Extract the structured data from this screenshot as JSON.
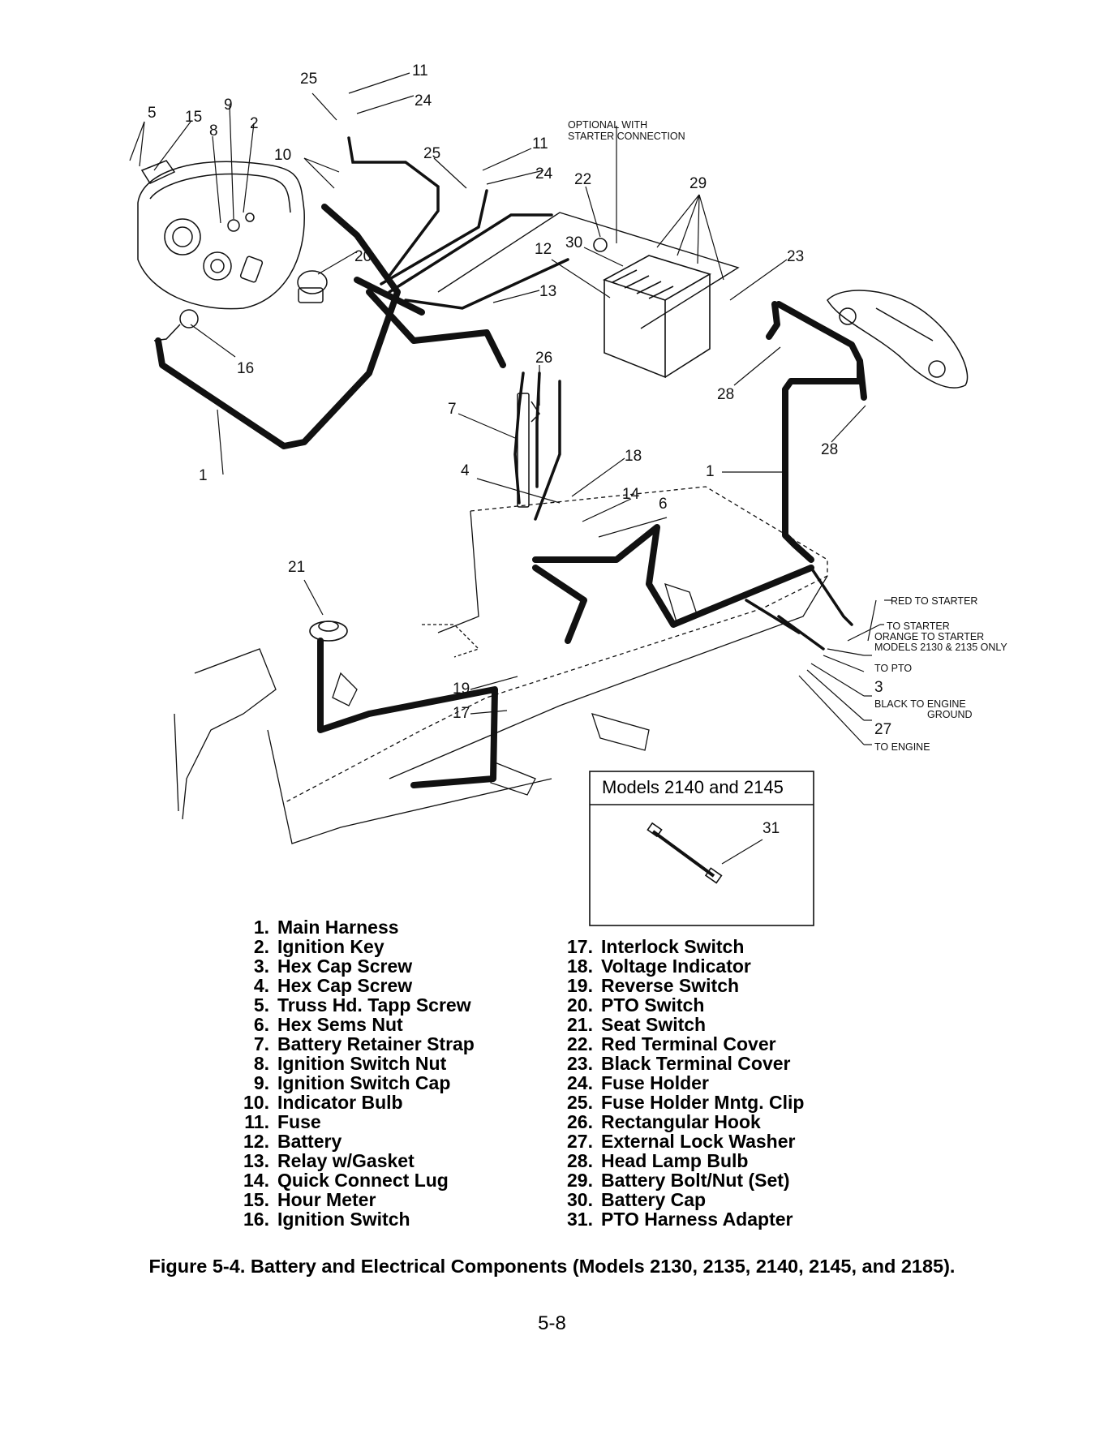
{
  "figure": {
    "caption": "Figure 5-4. Battery and Electrical Components (Models 2130, 2135, 2140, 2145, and 2185).",
    "page_number": "5-8"
  },
  "callouts": [
    {
      "id": "c-25a",
      "label": "25"
    },
    {
      "id": "c-11a",
      "label": "11"
    },
    {
      "id": "c-24a",
      "label": "24"
    },
    {
      "id": "c-5",
      "label": "5"
    },
    {
      "id": "c-15",
      "label": "15"
    },
    {
      "id": "c-9",
      "label": "9"
    },
    {
      "id": "c-8",
      "label": "8"
    },
    {
      "id": "c-2",
      "label": "2"
    },
    {
      "id": "c-10",
      "label": "10"
    },
    {
      "id": "c-25b",
      "label": "25"
    },
    {
      "id": "c-11b",
      "label": "11"
    },
    {
      "id": "c-24b",
      "label": "24"
    },
    {
      "id": "c-22",
      "label": "22"
    },
    {
      "id": "c-29",
      "label": "29"
    },
    {
      "id": "c-30",
      "label": "30"
    },
    {
      "id": "c-12",
      "label": "12"
    },
    {
      "id": "c-23",
      "label": "23"
    },
    {
      "id": "c-20",
      "label": "20"
    },
    {
      "id": "c-13",
      "label": "13"
    },
    {
      "id": "c-16",
      "label": "16"
    },
    {
      "id": "c-26",
      "label": "26"
    },
    {
      "id": "c-28a",
      "label": "28"
    },
    {
      "id": "c-28b",
      "label": "28"
    },
    {
      "id": "c-7",
      "label": "7"
    },
    {
      "id": "c-1a",
      "label": "1"
    },
    {
      "id": "c-18",
      "label": "18"
    },
    {
      "id": "c-4",
      "label": "4"
    },
    {
      "id": "c-14",
      "label": "14"
    },
    {
      "id": "c-6",
      "label": "6"
    },
    {
      "id": "c-1b",
      "label": "1"
    },
    {
      "id": "c-21",
      "label": "21"
    },
    {
      "id": "c-3",
      "label": "3"
    },
    {
      "id": "c-27",
      "label": "27"
    },
    {
      "id": "c-19",
      "label": "19"
    },
    {
      "id": "c-17",
      "label": "17"
    },
    {
      "id": "c-31",
      "label": "31"
    }
  ],
  "notes": {
    "optional_line1": "OPTIONAL WITH",
    "optional_line2": "STARTER CONNECTION",
    "red_to_starter": "RED TO STARTER",
    "to_starter": "TO STARTER",
    "orange_to_starter": "ORANGE TO STARTER",
    "models_only": "MODELS 2130 & 2135 ONLY",
    "to_pto": "TO PTO",
    "black_to_engine": "BLACK TO ENGINE",
    "ground": "GROUND",
    "to_engine": "TO ENGINE"
  },
  "inset": {
    "title": "Models  2140 and  2145"
  },
  "legend_left": [
    {
      "num": "1.",
      "name": "Main Harness"
    },
    {
      "num": "2.",
      "name": "Ignition Key"
    },
    {
      "num": "3.",
      "name": "Hex Cap Screw"
    },
    {
      "num": "4.",
      "name": "Hex Cap Screw"
    },
    {
      "num": "5.",
      "name": "Truss Hd. Tapp Screw"
    },
    {
      "num": "6.",
      "name": "Hex Sems Nut"
    },
    {
      "num": "7.",
      "name": "Battery Retainer Strap"
    },
    {
      "num": "8.",
      "name": "Ignition Switch Nut"
    },
    {
      "num": "9.",
      "name": "Ignition Switch Cap"
    },
    {
      "num": "10.",
      "name": "Indicator Bulb"
    },
    {
      "num": "11.",
      "name": "Fuse"
    },
    {
      "num": "12.",
      "name": "Battery"
    },
    {
      "num": "13.",
      "name": "Relay w/Gasket"
    },
    {
      "num": "14.",
      "name": "Quick Connect Lug"
    },
    {
      "num": "15.",
      "name": "Hour Meter"
    },
    {
      "num": "16.",
      "name": "Ignition Switch"
    }
  ],
  "legend_right": [
    {
      "num": "17.",
      "name": "Interlock Switch"
    },
    {
      "num": "18.",
      "name": "Voltage Indicator"
    },
    {
      "num": "19.",
      "name": "Reverse Switch"
    },
    {
      "num": "20.",
      "name": "PTO Switch"
    },
    {
      "num": "21.",
      "name": "Seat Switch"
    },
    {
      "num": "22.",
      "name": "Red Terminal Cover"
    },
    {
      "num": "23.",
      "name": "Black Terminal Cover"
    },
    {
      "num": "24.",
      "name": "Fuse Holder"
    },
    {
      "num": "25.",
      "name": "Fuse Holder Mntg. Clip"
    },
    {
      "num": "26.",
      "name": "Rectangular Hook"
    },
    {
      "num": "27.",
      "name": "External Lock Washer"
    },
    {
      "num": "28.",
      "name": "Head Lamp Bulb"
    },
    {
      "num": "29.",
      "name": "Battery Bolt/Nut (Set)"
    },
    {
      "num": "30.",
      "name": "Battery Cap"
    },
    {
      "num": "31.",
      "name": "PTO Harness Adapter"
    }
  ]
}
